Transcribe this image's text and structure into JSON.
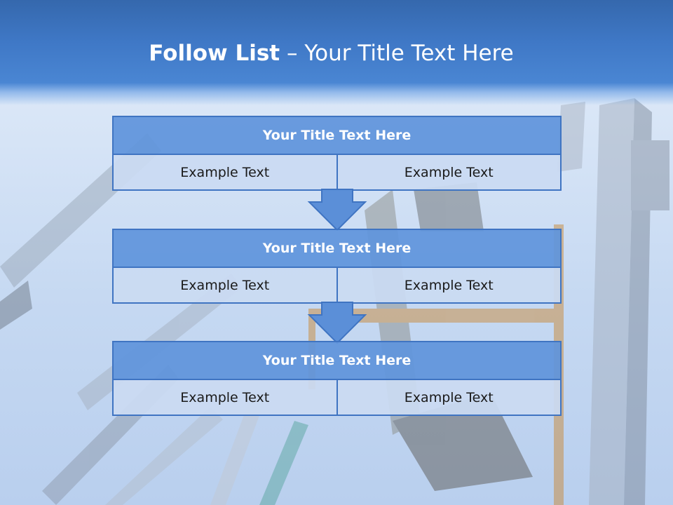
{
  "slide": {
    "title_bold": "Follow List",
    "title_rest": " – Your Title Text Here"
  },
  "blocks": [
    {
      "title": "Your Title Text Here",
      "cells": [
        "Example Text",
        "Example Text"
      ]
    },
    {
      "title": "Your Title Text Here",
      "cells": [
        "Example Text",
        "Example Text"
      ]
    },
    {
      "title": "Your Title Text Here",
      "cells": [
        "Example Text",
        "Example Text"
      ]
    }
  ],
  "icons": {
    "connector": "arrow-down-icon"
  },
  "colors": {
    "header_blue": "#3f78c6",
    "box_title_fill": "#6094dc",
    "box_cell_fill": "#cadaf2",
    "box_border": "#3f74c2",
    "arrow_fill": "#5b8fd8"
  }
}
